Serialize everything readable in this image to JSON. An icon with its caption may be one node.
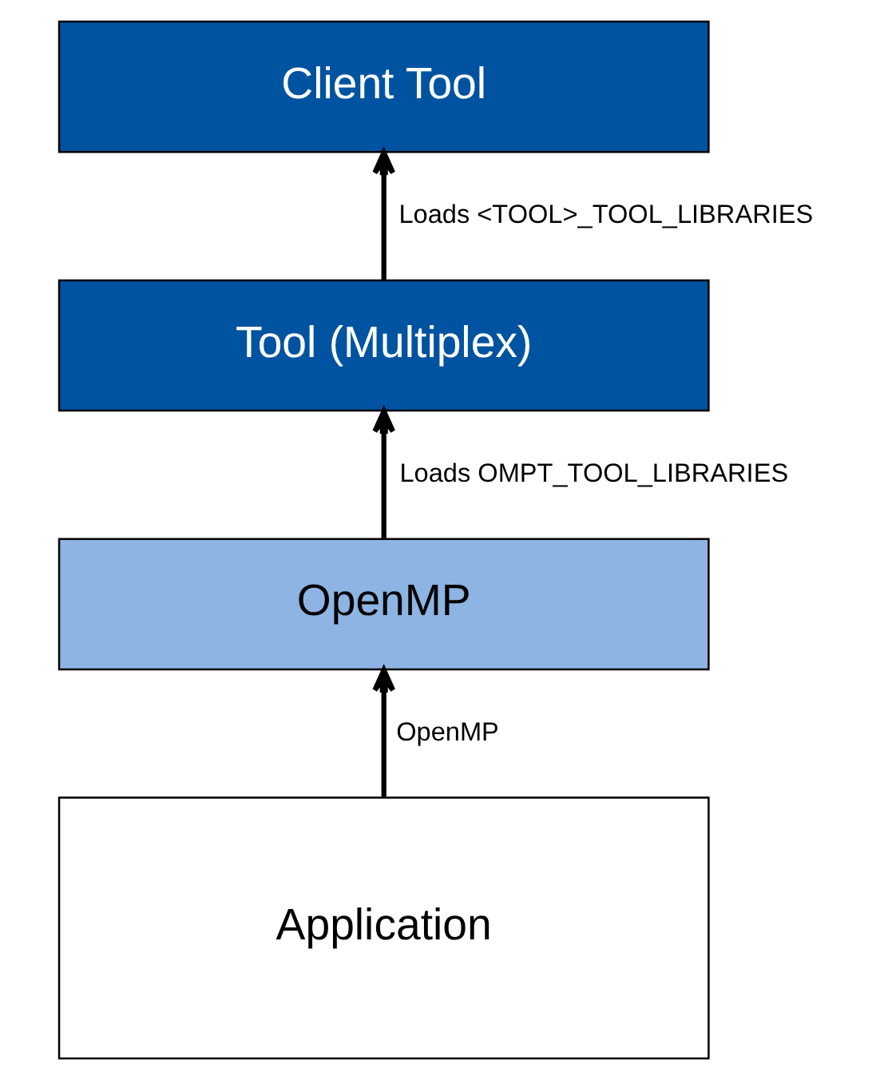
{
  "diagram": {
    "nodes": [
      {
        "text": [
          "Client Tool"
        ]
      },
      {
        "text": [
          "Tool (Multiplex)"
        ]
      },
      {
        "text": [
          "OpenMP"
        ]
      },
      {
        "text": [
          "Application"
        ]
      }
    ],
    "edges": [
      {
        "from": 3,
        "to": 2,
        "arrow": "to",
        "label": "OpenMP"
      },
      {
        "from": 2,
        "to": 1,
        "arrow": "to",
        "label": "Loads OMPT_TOOL_LIBRARIES"
      },
      {
        "from": 1,
        "to": 0,
        "arrow": "to",
        "label": "Loads <TOOL>_TOOL_LIBRARIES"
      }
    ]
  }
}
